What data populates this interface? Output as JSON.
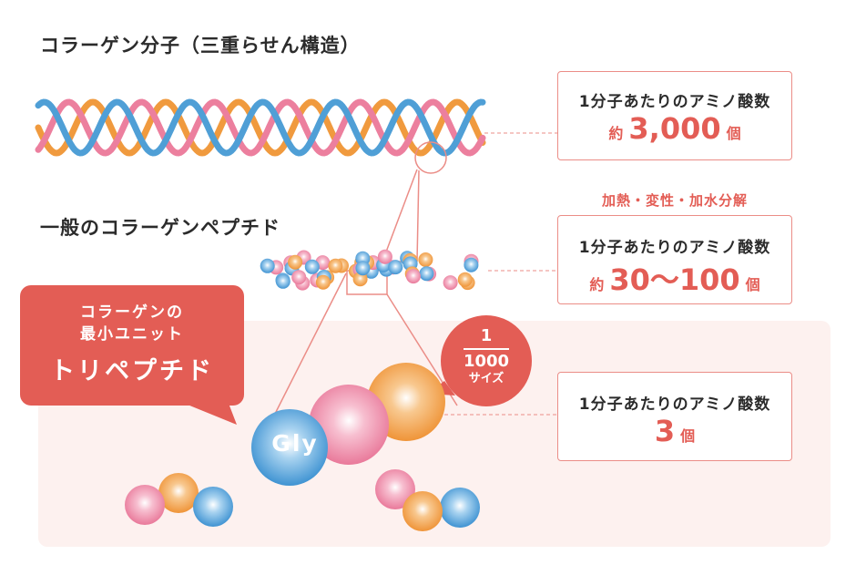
{
  "headings": {
    "collagen": "コラーゲン分子（三重らせん構造）",
    "peptide": "一般のコラーゲンペプチド"
  },
  "boxes": [
    {
      "label": "1分子あたりのアミノ酸数",
      "prefix": "約",
      "value": "3,000",
      "suffix": "個"
    },
    {
      "label": "1分子あたりのアミノ酸数",
      "prefix": "約",
      "value": "30〜100",
      "suffix": "個"
    },
    {
      "label": "1分子あたりのアミノ酸数",
      "prefix": "",
      "value": "3",
      "suffix": "個"
    }
  ],
  "process_label": "加熱・変性・加水分解",
  "callout": {
    "line1": "コラーゲンの",
    "line2": "最小ユニット",
    "line3": "トリペプチド"
  },
  "size_badge": {
    "numerator": "1",
    "denominator": "1000",
    "unit": "サイズ"
  },
  "gly_label": "Gly",
  "colors": {
    "accent": "#e35d55",
    "blue": "#4f9fd6",
    "orange": "#f09a3e",
    "pink": "#ec7f9e"
  }
}
